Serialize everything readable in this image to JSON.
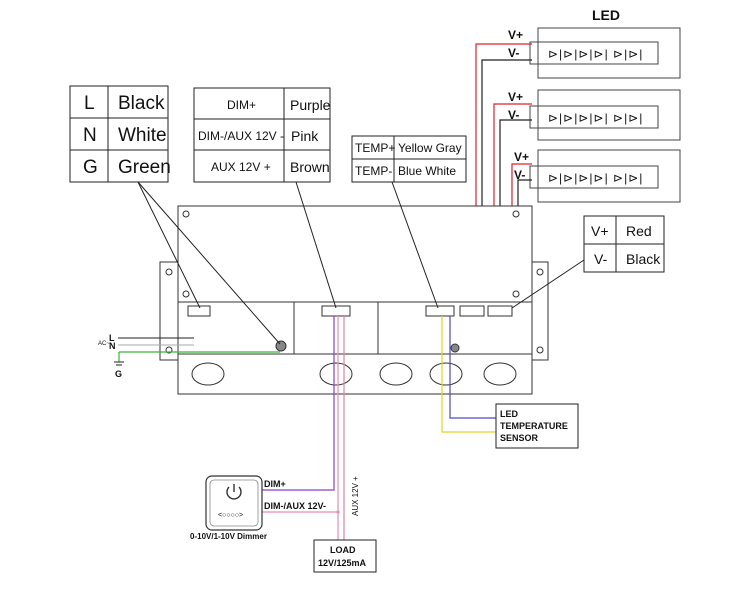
{
  "mains_table": [
    {
      "code": "L",
      "color": "Black"
    },
    {
      "code": "N",
      "color": "White"
    },
    {
      "code": "G",
      "color": "Green"
    }
  ],
  "dim_table": [
    {
      "signal": "DIM+",
      "color": "Purple"
    },
    {
      "signal": "DIM-/AUX 12V -",
      "color": "Pink"
    },
    {
      "signal": "AUX 12V +",
      "color": "Brown"
    }
  ],
  "temp_table": [
    {
      "signal": "TEMP+",
      "color": "Yellow Gray"
    },
    {
      "signal": "TEMP-",
      "color": "Blue White"
    }
  ],
  "output_table": [
    {
      "signal": "V+",
      "color": "Red"
    },
    {
      "signal": "V-",
      "color": "Black"
    }
  ],
  "led": {
    "title": "LED",
    "strips": [
      {
        "vplus": "V+",
        "vminus": "V-"
      },
      {
        "vplus": "V+",
        "vminus": "V-"
      },
      {
        "vplus": "V+",
        "vminus": "V-"
      }
    ]
  },
  "ac_input": {
    "ac_label": "AC~",
    "l_label": "L",
    "n_label": "N",
    "g_label": "G"
  },
  "sensor": {
    "line1": "LED",
    "line2": "TEMPERATURE",
    "line3": "SENSOR"
  },
  "dimmer": {
    "caption": "0-10V/1-10V Dimmer",
    "dots": "<○○○○>",
    "dim_plus": "DIM+",
    "dim_minus": "DIM-/AUX 12V-",
    "aux": "AUX 12V +"
  },
  "load": {
    "line1": "LOAD",
    "line2": "12V/125mA"
  },
  "colors": {
    "red": "#e0202a",
    "purple": "#8a3fd1",
    "pink": "#f08ab4",
    "brown": "#8b5a2b",
    "blue": "#4a4ac8",
    "yellow": "#e8d020",
    "green": "#3cb33c",
    "black": "#111111"
  }
}
